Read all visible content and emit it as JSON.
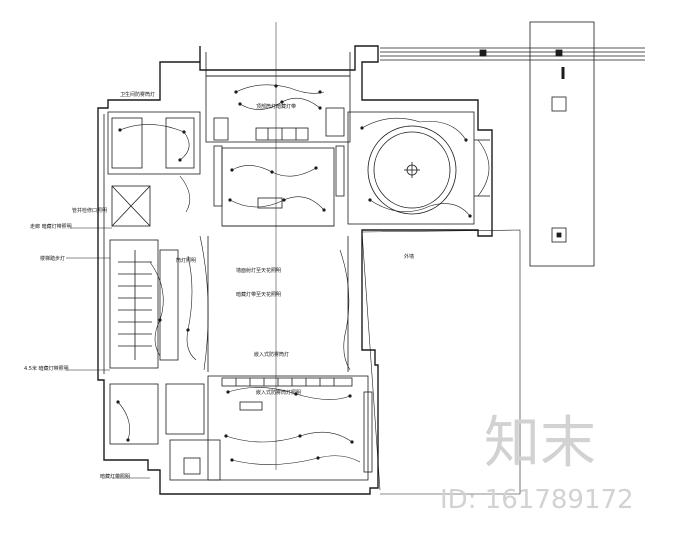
{
  "annotations": {
    "top_center": "顶部筒灯暗藏灯带",
    "left_upper": "卫生间防雾筒灯",
    "left_shaft": "管井检修口照明",
    "left_mid_a": "走廊 暗藏灯带照明",
    "left_stair": "楼梯踏步灯",
    "center_a": "筒灯照明",
    "center_b": "墙面射灯至天花照明",
    "center_c": "暗藏灯带至天花照明",
    "center_lower": "嵌入式防雾筒灯",
    "left_lower": "4.5米 暗藏灯带照明",
    "bath_lower": "嵌入式防雾筒灯照明",
    "bottom_left": "暗藏灯带照明",
    "right_label": "外墙"
  },
  "watermark": {
    "brand": "知末",
    "id_text": "ID: 161789172"
  },
  "colors": {
    "line": "#1c1c1c",
    "wall_fill": "#ffffff",
    "watermark": "#d2d2d2"
  }
}
